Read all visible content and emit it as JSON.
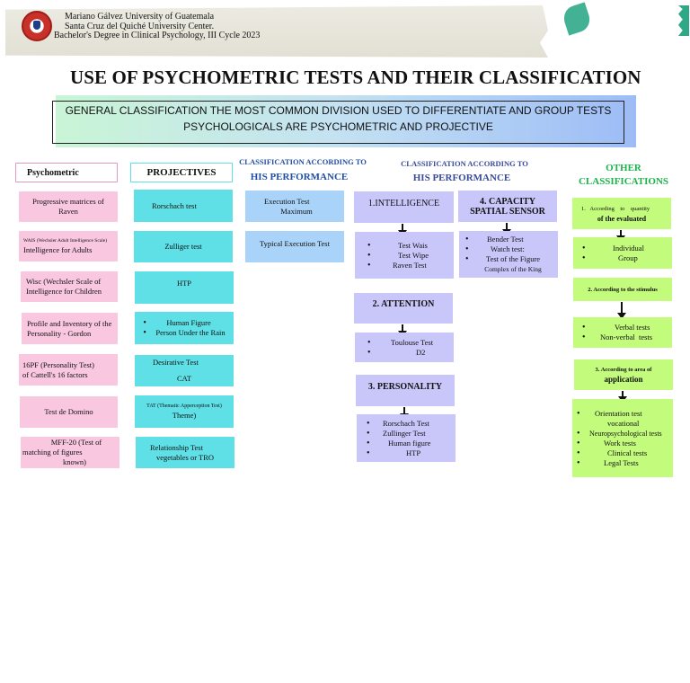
{
  "header": {
    "university": "Mariano Gálvez University of Guatemala",
    "center": "Santa Cruz del Quiché University Center.",
    "degree": "Bachelor's Degree in Clinical Psychology, III Cycle 2023"
  },
  "title": "USE OF PSYCHOMETRIC TESTS AND THEIR CLASSIFICATION",
  "banner": {
    "line1": "GENERAL CLASSIFICATION THE MOST COMMON DIVISION USED TO DIFFERENTIATE AND GROUP TESTS",
    "line2": "PSYCHOLOGICALS ARE PSYCHOMETRIC AND PROJECTIVE"
  },
  "psychometric": {
    "heading": "Psychometric",
    "items": [
      {
        "l1": "Progressive matrices of",
        "l2": "Raven"
      },
      {
        "l1": "WAIS (Wechsler Adult Intelligence Scale)",
        "l2": "Intelligence for Adults"
      },
      {
        "l1": "Wisc (Wechsler Scale of",
        "l2": "Intelligence for Children"
      },
      {
        "l1": "Profile and Inventory of the",
        "l2": "Personality - Gordon"
      },
      {
        "l1": "16PF (Personality Test)",
        "l2": "of Cattell's 16 factors"
      },
      {
        "l1": "Test de Domino",
        "l2": ""
      },
      {
        "l1": "MFF-20 (Test of",
        "l2": "matching of figures",
        "l3": "known)"
      }
    ]
  },
  "projectives": {
    "heading": "PROJECTIVES",
    "items": {
      "rorschach": "Rorschach test",
      "zulliger": "Zulliger test",
      "htp": "HTP",
      "human_figure": "Human Figure",
      "person_rain": "Person Under the Rain",
      "desirative": "Desirative Test",
      "cat": "CAT",
      "tat": "TAT (Thematic Apperception Test)",
      "tat_theme": "Theme)",
      "relationship": "Relationship Test",
      "relationship2": "vegetables or TRO"
    }
  },
  "performance": {
    "heading1": "CLASSIFICATION ACCORDING TO",
    "heading2": "HIS PERFORMANCE",
    "execution1": "Execution Test",
    "execution2": "Maximum",
    "typical": "Typical Execution Test"
  },
  "performance2": {
    "heading1": "CLASSIFICATION ACCORDING TO",
    "heading2": "HIS PERFORMANCE",
    "intelligence": {
      "title": "1.INTELLIGENCE",
      "items": [
        "Test Wais",
        "Test Wipe",
        "Raven Test"
      ]
    },
    "attention": {
      "title": "2. ATTENTION",
      "items": [
        "Toulouse Test",
        "D2"
      ]
    },
    "personality": {
      "title": "3. PERSONALITY",
      "items": [
        "Rorschach Test",
        "Zullinger Test",
        "Human figure",
        "HTP"
      ]
    },
    "capacity": {
      "title1": "4. CAPACITY",
      "title2": "SPATIAL SENSOR",
      "items": [
        "Bender Test",
        "Watch test",
        "Test of the Figure"
      ],
      "extra": "Complex of the King"
    }
  },
  "other": {
    "heading1": "OTHER",
    "heading2": "CLASSIFICATIONS",
    "quantity": {
      "l1": "1.   According    to    quantity",
      "l2": "of the evaluated",
      "items": [
        "Individual",
        "Group"
      ]
    },
    "stimulus": {
      "title": "2. According to the stimulus",
      "items": [
        "Verbal tests",
        "Non-verbal  tests"
      ]
    },
    "area": {
      "l1": "3. According to area of",
      "l2": "application",
      "items": [
        "Orientation test",
        "Neuropsychological tests",
        "Work tests",
        "Clinical tests",
        "Legal Tests"
      ],
      "orientation2": "vocational"
    }
  },
  "colors": {
    "pink": "#f9c7e0",
    "cyan": "#5fe0e6",
    "blue": "#a9d3f8",
    "lavender": "#c9c6fa",
    "lime": "#c3fb7d",
    "heading_blue": "#1f4fa8",
    "heading_green": "#18b34a"
  }
}
